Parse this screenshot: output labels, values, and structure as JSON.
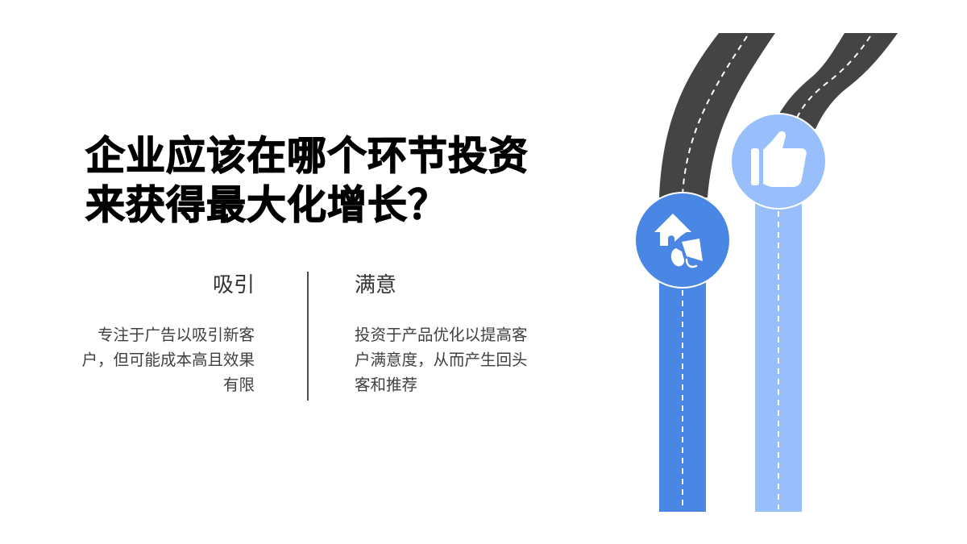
{
  "slide": {
    "title_lines": [
      "企业应该在哪个环节投资",
      "来获得最大化增长？"
    ],
    "left": {
      "heading": "吸引",
      "body": "专注于广告以吸引新客户，但可能成本高且效果有限"
    },
    "right": {
      "heading": "满意",
      "body": "投资于产品优化以提高客户满意度，从而产生回头客和推荐"
    }
  },
  "graphic": {
    "road_color": "#444444",
    "lane_marking_color": "#ffffff",
    "paths": [
      {
        "name": "attract-path",
        "color": "#4a86e3",
        "icon": "house-megaphone-icon"
      },
      {
        "name": "satisfy-path",
        "color": "#98bffc",
        "icon": "thumbs-up-icon"
      }
    ]
  }
}
